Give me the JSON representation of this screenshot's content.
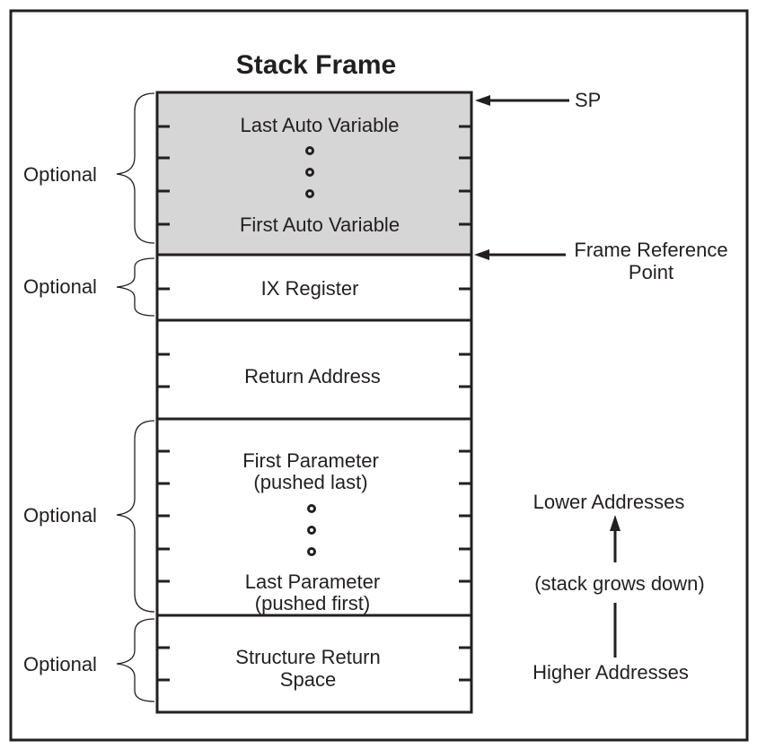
{
  "title": "Stack Frame",
  "blocks": {
    "auto_vars": {
      "top_label": "Last Auto Variable",
      "bottom_label": "First Auto Variable"
    },
    "ix_register": {
      "label": "IX Register"
    },
    "return_address": {
      "label": "Return Address"
    },
    "parameters": {
      "top_line1": "First Parameter",
      "top_line2": "(pushed last)",
      "bottom_line1": "Last Parameter",
      "bottom_line2": "(pushed first)"
    },
    "struct_return": {
      "line1": "Structure Return",
      "line2": "Space"
    }
  },
  "brace_labels": {
    "auto_vars": "Optional",
    "ix_register": "Optional",
    "parameters": "Optional",
    "struct_return": "Optional"
  },
  "pointers": {
    "sp": "SP",
    "frame_ref_line1": "Frame Reference",
    "frame_ref_line2": "Point"
  },
  "direction": {
    "lower": "Lower Addresses",
    "grows": "(stack grows down)",
    "higher": "Higher Addresses"
  },
  "colors": {
    "ink": "#231f20",
    "shaded_block": "#d6d6d6",
    "background": "#ffffff"
  }
}
